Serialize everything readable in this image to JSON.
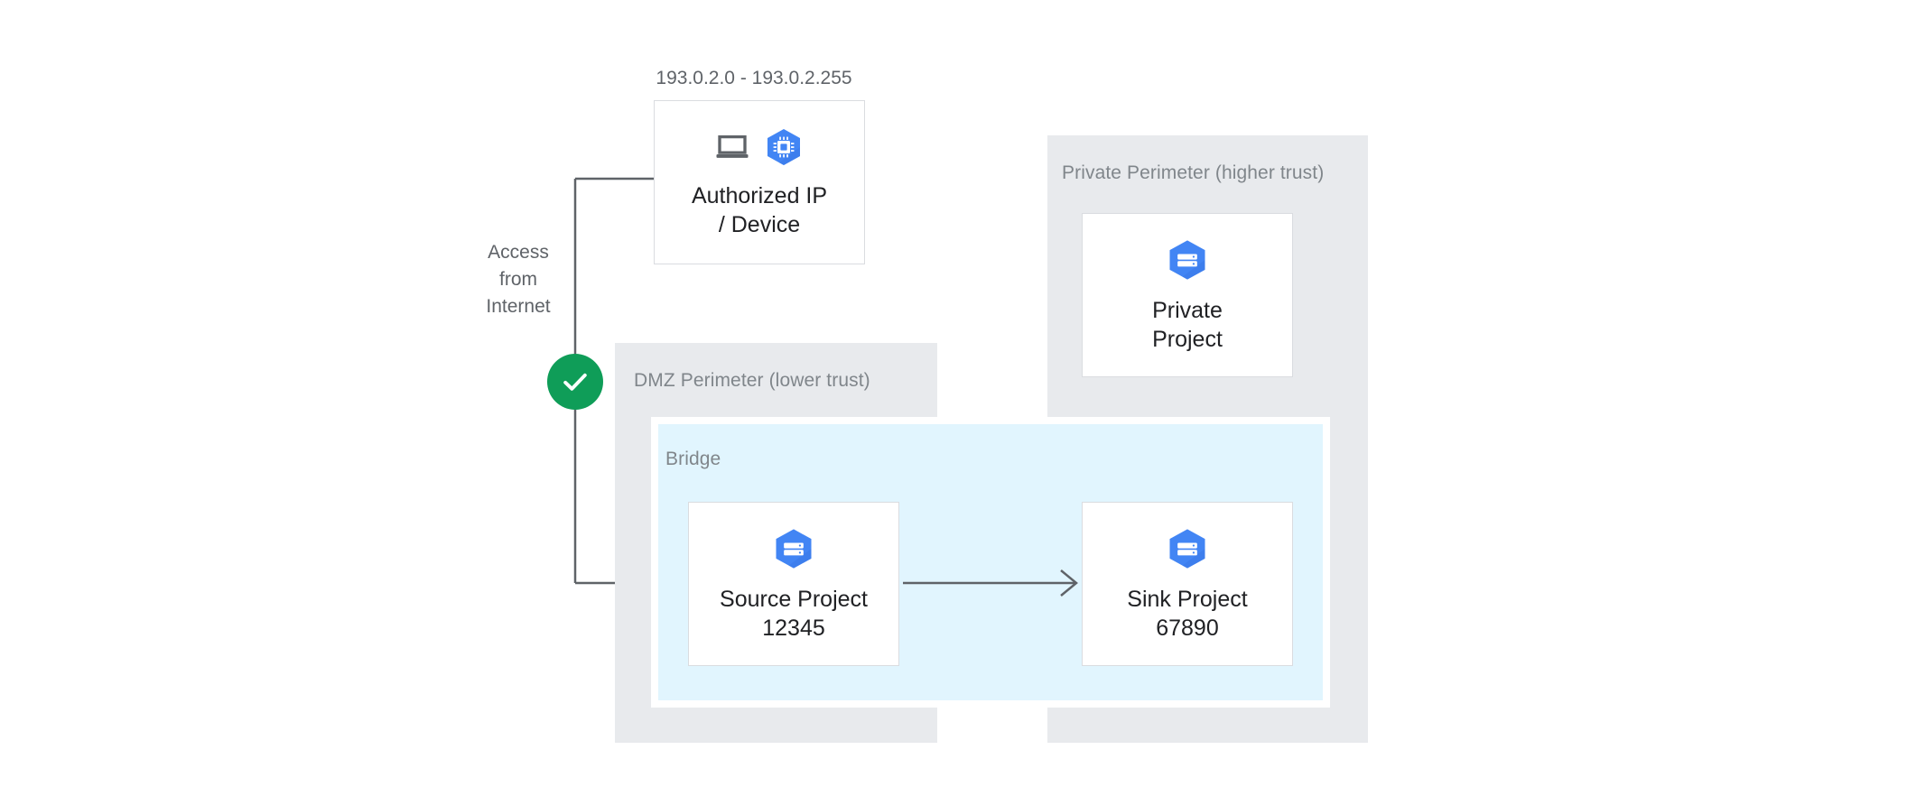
{
  "diagram": {
    "title": "VPC Service Controls bridge between DMZ and private perimeters",
    "colors": {
      "perimeter_fill": "#e8eaed",
      "bridge_fill": "#e1f5fe",
      "node_border": "#dadce0",
      "node_fill": "#ffffff",
      "accent_blue": "#4285f4",
      "success_green": "#0f9d58",
      "connector": "#5f6368",
      "label_gray": "#80868b",
      "caption_gray": "#5f6368",
      "node_text": "#202124",
      "canvas": "#ffffff"
    }
  },
  "captions": {
    "ip_range": "193.0.2.0 - 193.0.2.255",
    "access_from_internet": "Access\nfrom\nInternet"
  },
  "perimeters": [
    {
      "id": "dmz",
      "label": "DMZ Perimeter (lower trust)"
    },
    {
      "id": "private",
      "label": "Private Perimeter (higher trust)"
    }
  ],
  "bridge": {
    "label": "Bridge"
  },
  "nodes": [
    {
      "id": "authorized-ip-device",
      "label": "Authorized IP\n/ Device",
      "icons": [
        "laptop-icon",
        "compute-chip-icon"
      ]
    },
    {
      "id": "private-project",
      "label": "Private\nProject",
      "icons": [
        "gcp-project-icon"
      ]
    },
    {
      "id": "source-project",
      "label": "Source Project\n12345",
      "icons": [
        "gcp-project-icon"
      ]
    },
    {
      "id": "sink-project",
      "label": "Sink Project\n67890",
      "icons": [
        "gcp-project-icon"
      ]
    }
  ],
  "badges": [
    {
      "id": "access-allowed",
      "icon": "check-icon",
      "color": "#0f9d58"
    }
  ],
  "connectors": [
    {
      "id": "internet-to-authorized-device",
      "from": "internet",
      "to": "authorized-ip-device",
      "arrow": false
    },
    {
      "id": "internet-to-source-project",
      "from": "internet",
      "to": "source-project",
      "arrow": false
    },
    {
      "id": "source-to-sink",
      "from": "source-project",
      "to": "sink-project",
      "arrow": true
    }
  ]
}
